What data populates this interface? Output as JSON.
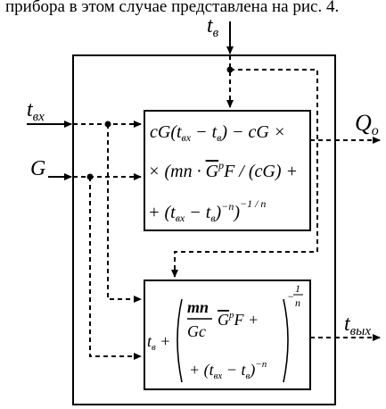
{
  "caption": "прибора в этом случае представлена на рис. 4.",
  "inputs": {
    "t_v": {
      "main": "t",
      "sub": "в"
    },
    "t_vx": {
      "main": "t",
      "sub": "вх"
    },
    "G": {
      "main": "G"
    }
  },
  "outputs": {
    "Q_o": {
      "main": "Q",
      "sub": "о"
    },
    "t_vyx": {
      "main": "t",
      "sub": "вых"
    }
  },
  "block_top": {
    "line1": {
      "a": "cG(t",
      "a_sub": "вх",
      "b": " − t",
      "b_sub": "в",
      "c": ") − cG ×"
    },
    "line2": {
      "a": "× (mn · ",
      "b": "G",
      "c": "p",
      "d": "F / (cG) +"
    },
    "line3": {
      "a": "+ (t",
      "a_sub": "вх",
      "b": " − t",
      "b_sub": "в",
      "c": ")",
      "exp1": "−n",
      "c2": ")",
      "exp2": "−1 / n"
    }
  },
  "block_bottom": {
    "lead": {
      "a": "t",
      "a_sub": "в",
      "b": " +"
    },
    "frac": {
      "num": "mn",
      "den": "Gc"
    },
    "mid": {
      "a": "G",
      "sup": "p",
      "b": "F +"
    },
    "line2": {
      "a": "+ (t",
      "a_sub": "вх",
      "b": " − t",
      "b_sub": "в",
      "c": ")",
      "exp": "−n"
    },
    "outer_exp": {
      "num": "1",
      "neg": "−",
      "den": "n"
    }
  }
}
